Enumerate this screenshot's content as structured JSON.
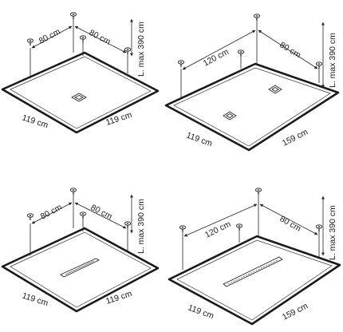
{
  "panels": [
    {
      "id": "small-square-drains",
      "dims": {
        "top_left": "80 cm",
        "top_right": "80 cm",
        "height": "L. max 390 cm",
        "bottom_left": "119 cm",
        "bottom_right": "119 cm"
      }
    },
    {
      "id": "large-rect-drains",
      "dims": {
        "top_left": "120 cm",
        "top_right": "80 cm",
        "height": "L. max 390 cm",
        "bottom_left": "119 cm",
        "bottom_right": "159 cm"
      }
    },
    {
      "id": "small-linear-drain",
      "dims": {
        "top_left": "80 cm",
        "top_right": "80 cm",
        "height": "L. max 390 cm",
        "bottom_left": "119 cm",
        "bottom_right": "119 cm"
      }
    },
    {
      "id": "large-linear-drain",
      "dims": {
        "top_left": "120 cm",
        "top_right": "80 cm",
        "height": "L. max 390 cm",
        "bottom_left": "119 cm",
        "bottom_right": "159 cm"
      }
    }
  ],
  "colors": {
    "line": "#1a1a1a",
    "background": "#ffffff"
  },
  "icons": [
    "suspension-anchor-icon",
    "square-drain-icon",
    "linear-drain-icon"
  ]
}
